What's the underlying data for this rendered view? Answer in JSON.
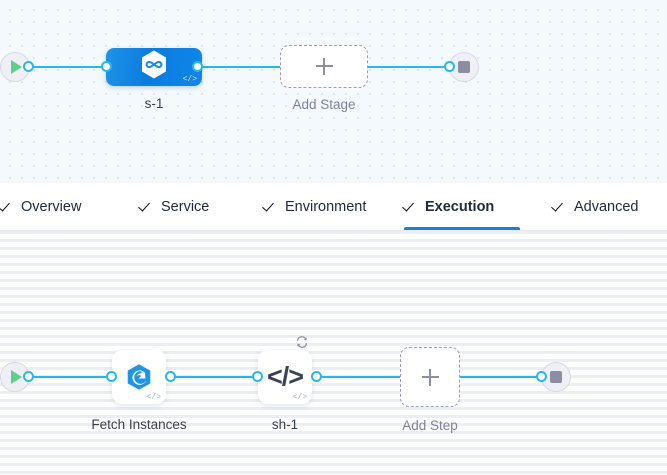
{
  "app": {
    "kind": "pipeline-studio-canvas",
    "colors": {
      "wire": "#24b8f2",
      "stage_gradient_from": "#1e93e6",
      "stage_gradient_to": "#0b7ce0",
      "active_tab_underline": "#1b7fd4",
      "start_play": "#5fd08a",
      "stop_square": "#8c8ca3",
      "dashed_border": "#9a9db5",
      "stage_canvas_bg": "#f3f9fd",
      "step_canvas_bg": "#ffffff"
    }
  },
  "stage_canvas": {
    "name": "stage-graph",
    "start_node": {
      "name": "pipeline-start",
      "icon": "play-icon"
    },
    "end_node": {
      "name": "pipeline-end",
      "icon": "stop-icon"
    },
    "stages": [
      {
        "label": "s-1",
        "icon": "harness-hexagon-icon",
        "badge": "code-icon",
        "selected": true
      }
    ],
    "add_stage": {
      "label": "Add Stage",
      "icon": "plus-icon"
    }
  },
  "tabs": {
    "name": "stage-config-tabs",
    "items": [
      {
        "label": "Overview",
        "icon": "check-icon",
        "active": false
      },
      {
        "label": "Service",
        "icon": "check-icon",
        "active": false
      },
      {
        "label": "Environment",
        "icon": "check-icon",
        "active": false
      },
      {
        "label": "Execution",
        "icon": "check-icon",
        "active": true
      },
      {
        "label": "Advanced",
        "icon": "check-icon",
        "active": false
      }
    ]
  },
  "step_canvas": {
    "name": "execution-steps-graph",
    "start_node": {
      "name": "execution-start",
      "icon": "play-icon"
    },
    "end_node": {
      "name": "execution-end",
      "icon": "stop-icon"
    },
    "steps": [
      {
        "label": "Fetch Instances",
        "icon": "fetch-instances-icon",
        "badge": "code-icon",
        "looping": false
      },
      {
        "label": "sh-1",
        "icon": "code-icon",
        "badge": "code-icon",
        "looping": true,
        "loop_icon": "loop-strategy-icon"
      }
    ],
    "add_step": {
      "label": "Add Step",
      "icon": "plus-icon"
    }
  }
}
